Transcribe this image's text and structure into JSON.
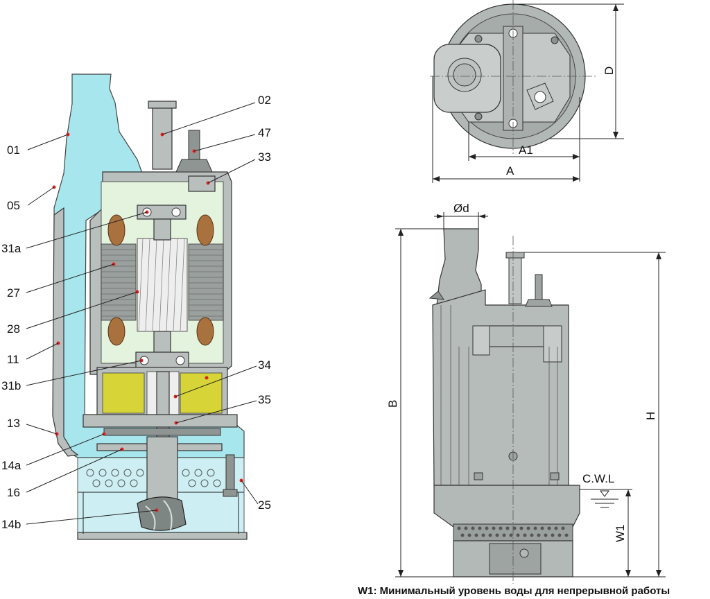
{
  "part_labels": {
    "p01": "01",
    "p05": "05",
    "p31a": "31a",
    "p27": "27",
    "p28": "28",
    "p11": "11",
    "p31b": "31b",
    "p13": "13",
    "p14a": "14a",
    "p16": "16",
    "p14b": "14b",
    "p02": "02",
    "p47": "47",
    "p33": "33",
    "p34": "34",
    "p35": "35",
    "p25": "25"
  },
  "dimensions": {
    "A": "A",
    "A1": "A1",
    "D": "D",
    "d": "Ød",
    "B": "B",
    "H": "H",
    "cwl": "C.W.L",
    "W1": "W1"
  },
  "caption": "W1: Минимальный уровень воды для непрерывной работы"
}
